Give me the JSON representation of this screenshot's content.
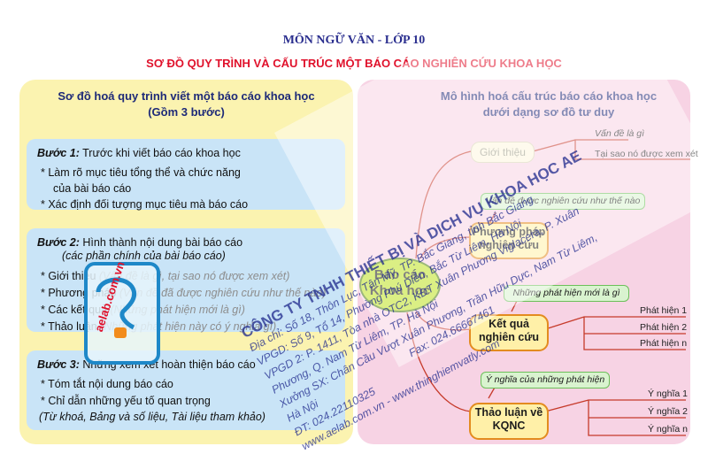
{
  "header": {
    "subject": "MÔN NGỮ VĂN - LỚP 10",
    "title": "SƠ ĐỒ QUY TRÌNH VÀ CẤU TRÚC MỘT BÁO CÁO NGHIÊN CỨU KHOA HỌC"
  },
  "left": {
    "heading1": "Sơ đồ hoá quy trình viết một báo cáo khoa học",
    "heading2": "(Gồm 3 bước)",
    "step1": {
      "label": "Bước 1:",
      "text": " Trước khi viết báo cáo khoa học",
      "b1": "* Làm rõ mục tiêu tổng thể và chức năng",
      "b1b": "của bài  báo cáo",
      "b2": "* Xác định đối tượng mục tiêu mà báo cáo"
    },
    "step2": {
      "label": "Bước 2:",
      "text": " Hình thành nội dung bài báo cáo",
      "sub": "(các phần chính của bài báo cáo)",
      "i1": "* Giới thiệu",
      "i1g": " (Vấn đề là gì, tại sao nó được xem xét)",
      "i2": "* Phương pháp",
      "i2g": " (Vấn đề đã được nghiên cứu như thế nào)",
      "i3": "* Các kết quả",
      "i3g": " (Những phát hiện mới là gì)",
      "i4": "* Thảo luận",
      "i4g": " (Những phát hiện này có ý nghĩa gì)"
    },
    "step3": {
      "label": "Bước 3:",
      "text": " Những xem xét hoàn thiện báo cáo",
      "b1": "* Tóm tắt nội dung báo cáo",
      "b2": "* Chỉ dẫn những yếu tố quan trọng",
      "b3": "(Từ khoá, Bảng và số liệu, Tài liệu tham khảo)"
    }
  },
  "right": {
    "heading1": "Mô hình hoá cấu trúc báo cáo khoa học",
    "heading2": "dưới dạng sơ đồ tư duy",
    "center": "Báo cáo Khoa học",
    "intro": "Giới thiệu",
    "intro_leaf1": "Vấn đề là gì",
    "intro_leaf2": "Tại sao nó được xem xét",
    "note1": "Vấn đề được nghiên cứu như thế nào",
    "method": "Phương pháp nghiên cứu",
    "note2": "Những phát hiện mới là gì",
    "results": "Kết quả nghiên cứu",
    "res_leaf1": "Phát hiện 1",
    "res_leaf2": "Phát hiện 2",
    "res_leaf3": "Phát hiện n",
    "note3": "Ý nghĩa của những phát hiện",
    "discussion": "Thảo luận về KQNC",
    "dis_leaf1": "Ý nghĩa 1",
    "dis_leaf2": "Ý nghĩa 2",
    "dis_leaf3": "Ý nghĩa n"
  },
  "watermark": {
    "company": "CÔNG TY TNHH THIẾT BỊ VÀ DỊCH VỤ KHOA HỌC AE",
    "l1": "Địa chỉ: Số 18, Thôn Lục, Tân Mỹ, TP. Bắc Giang, tỉnh Bắc Giang",
    "l2": "VPGD: Số 9, Tổ 14, Phường Phú Diễn, Bắc Từ Liêm, Hà Nội",
    "l3": "VPGD 2: P. 1411, Tòa nhà OTC2, KĐT Xuân Phương Viglacera, P. Xuân",
    "l4": "Phương, Q. Nam Từ Liêm, TP. Hà Nội",
    "l5": "Xưởng SX: Chân Cầu Vượt Xuân Phương, Trần Hữu Dực, Nam Từ Liêm,",
    "l6": "Hà Nội                                  Fax: 024.66667461",
    "l7": "ĐT: 024.22110325",
    "l8": "www.aelab.com.vn  -  www.thinghiemvatly.com",
    "logo": "aelab.com.vn"
  }
}
